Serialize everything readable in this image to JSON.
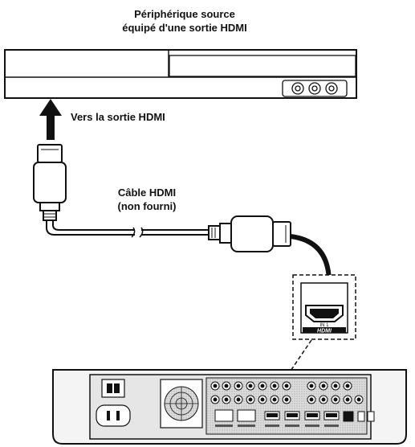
{
  "labels": {
    "source_line1": "Périphérique source",
    "source_line2": "équipé d'une sortie HDMI",
    "to_output": "Vers la sortie HDMI",
    "cable_line1": "Câble HDMI",
    "cable_line2": "(non fourni)",
    "port_label": "HDMI",
    "port_number": "IN 1"
  },
  "icons": [
    "arrow-up-icon",
    "curved-arrow-icon",
    "hdmi-plug-icon",
    "fan-icon",
    "power-inlet-icon"
  ],
  "colors": {
    "line": "#111111",
    "panel": "#e6e6e6",
    "background": "#ffffff"
  }
}
